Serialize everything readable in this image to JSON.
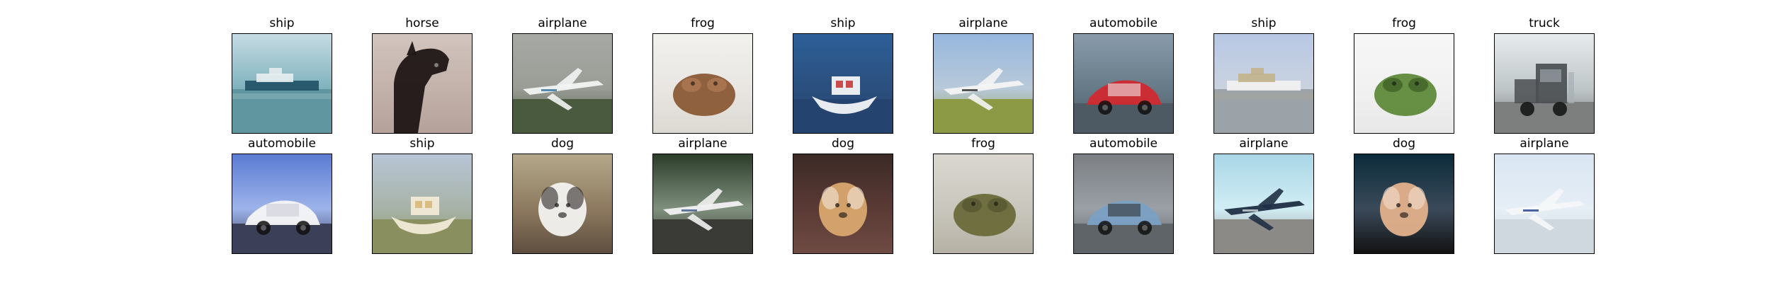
{
  "grid": {
    "rows": 2,
    "columns": 10,
    "images": [
      {
        "label": "ship",
        "subject": "ship",
        "colors": {
          "top": "#c6dbe3",
          "mid": "#7fb2bd",
          "bottom": "#5f969f",
          "main": "#1f4f63",
          "accent": "#e8eef0"
        }
      },
      {
        "label": "horse",
        "subject": "horse",
        "colors": {
          "top": "#d8cbc5",
          "mid": "#c8b8b0",
          "bottom": "#b9a79f",
          "main": "#1b1414",
          "accent": "#7a5a52"
        }
      },
      {
        "label": "airplane",
        "subject": "airplane",
        "colors": {
          "top": "#a7a9a4",
          "mid": "#9a9c96",
          "bottom": "#4a5a3e",
          "main": "#f2f4f3",
          "accent": "#2f6fa0"
        }
      },
      {
        "label": "frog",
        "subject": "frog",
        "colors": {
          "top": "#f1f1ee",
          "mid": "#e9e6e2",
          "bottom": "#dcd8d2",
          "main": "#8b5a35",
          "accent": "#b9855d"
        }
      },
      {
        "label": "ship",
        "subject": "boat",
        "colors": {
          "top": "#2d5f98",
          "mid": "#2b4f7e",
          "bottom": "#24446f",
          "main": "#f3f5f7",
          "accent": "#c73a3a"
        }
      },
      {
        "label": "airplane",
        "subject": "airplane",
        "colors": {
          "top": "#97b7de",
          "mid": "#b8c9d9",
          "bottom": "#8d9a45",
          "main": "#f4f4f4",
          "accent": "#2a2a2a"
        }
      },
      {
        "label": "automobile",
        "subject": "car",
        "colors": {
          "top": "#8a9cab",
          "mid": "#667a88",
          "bottom": "#4d5a63",
          "main": "#d02a2f",
          "accent": "#f4f4f4"
        }
      },
      {
        "label": "ship",
        "subject": "ship",
        "colors": {
          "top": "#b8c8e4",
          "mid": "#c9d2df",
          "bottom": "#9ba2a8",
          "main": "#f2f2ef",
          "accent": "#c2b28a"
        }
      },
      {
        "label": "frog",
        "subject": "frog",
        "colors": {
          "top": "#f7f7f7",
          "mid": "#f1f1f1",
          "bottom": "#e8e8e8",
          "main": "#5f8a3a",
          "accent": "#2f4a1b"
        }
      },
      {
        "label": "truck",
        "subject": "truck",
        "colors": {
          "top": "#e7ecee",
          "mid": "#bfc6c8",
          "bottom": "#7c7f7d",
          "main": "#4b4f52",
          "accent": "#a6afb6"
        }
      },
      {
        "label": "automobile",
        "subject": "car",
        "colors": {
          "top": "#5b7bd2",
          "mid": "#9db3ea",
          "bottom": "#3c3f58",
          "main": "#f6f6f6",
          "accent": "#c8c8d6"
        }
      },
      {
        "label": "ship",
        "subject": "boat",
        "colors": {
          "top": "#b8c5d6",
          "mid": "#a7b3a7",
          "bottom": "#8a8f60",
          "main": "#f1ead6",
          "accent": "#d7b87a"
        }
      },
      {
        "label": "dog",
        "subject": "dog",
        "colors": {
          "top": "#b4a889",
          "mid": "#8d7a60",
          "bottom": "#5e4e3f",
          "main": "#f3f2ef",
          "accent": "#2b2626"
        }
      },
      {
        "label": "airplane",
        "subject": "airplane",
        "colors": {
          "top": "#2c3d2a",
          "mid": "#7f8f7d",
          "bottom": "#3a3a36",
          "main": "#f1f1f1",
          "accent": "#3d5a88"
        }
      },
      {
        "label": "dog",
        "subject": "dog",
        "colors": {
          "top": "#3b2a26",
          "mid": "#5b3a35",
          "bottom": "#6e4b43",
          "main": "#d9a66e",
          "accent": "#f3e6dc"
        }
      },
      {
        "label": "frog",
        "subject": "frog",
        "colors": {
          "top": "#d9d7d0",
          "mid": "#c9c6bd",
          "bottom": "#b5b1a4",
          "main": "#6a6a3a",
          "accent": "#4a4a2a"
        }
      },
      {
        "label": "automobile",
        "subject": "car",
        "colors": {
          "top": "#7b7f84",
          "mid": "#9aa0a6",
          "bottom": "#5f6468",
          "main": "#7aa0c4",
          "accent": "#2a2a2a"
        }
      },
      {
        "label": "airplane",
        "subject": "airplane",
        "colors": {
          "top": "#a9d6e6",
          "mid": "#d1edf4",
          "bottom": "#8c8a86",
          "main": "#1f2f45",
          "accent": "#cfd8dc"
        }
      },
      {
        "label": "dog",
        "subject": "dog",
        "colors": {
          "top": "#0b2b3a",
          "mid": "#3b4a5a",
          "bottom": "#121212",
          "main": "#e3b18b",
          "accent": "#f2e0d0"
        }
      },
      {
        "label": "airplane",
        "subject": "airplane",
        "colors": {
          "top": "#d9e6f2",
          "mid": "#e6eef6",
          "bottom": "#cfd8df",
          "main": "#f5f7f8",
          "accent": "#1f3f8a"
        }
      }
    ]
  }
}
